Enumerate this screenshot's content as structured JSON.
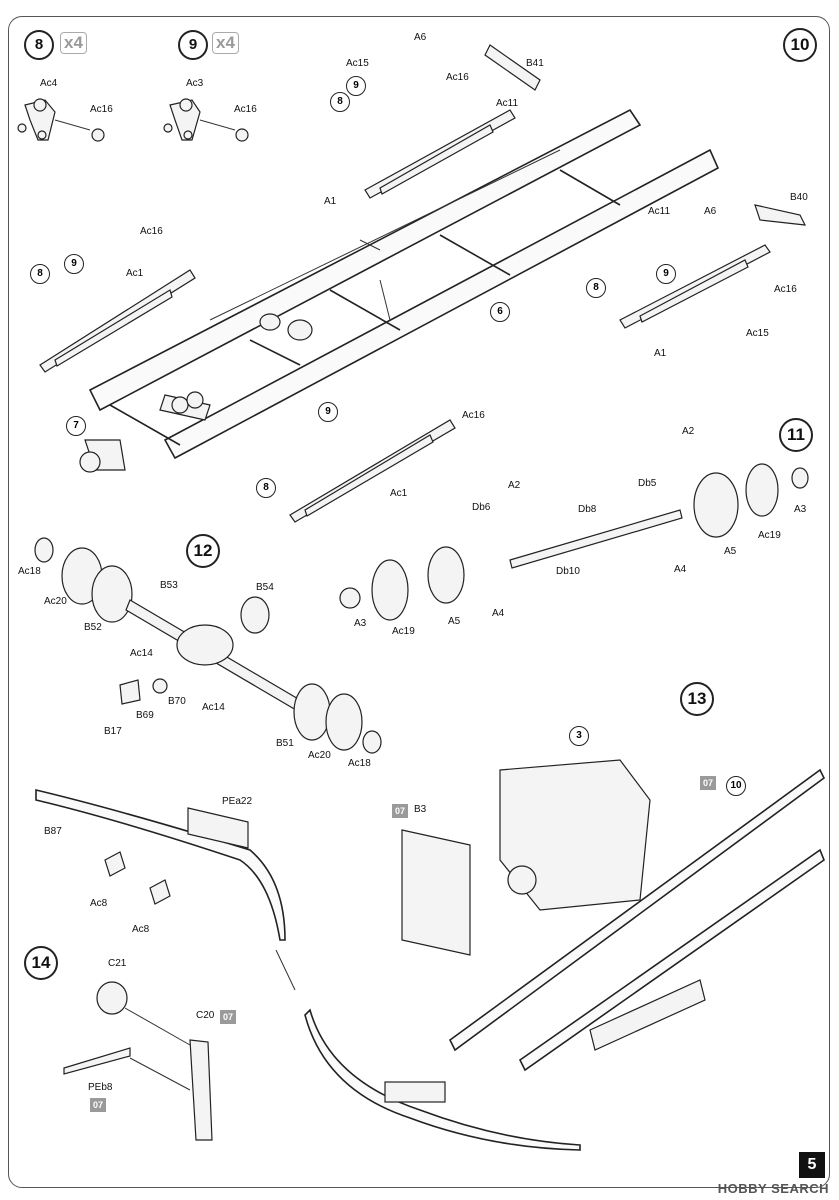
{
  "page": {
    "number": "5",
    "watermark": "HOBBY SEARCH"
  },
  "steps": {
    "s8": "8",
    "s8_mult": "x4",
    "s9": "9",
    "s9_mult": "x4",
    "s10": "10",
    "s11": "11",
    "s12": "12",
    "s13": "13",
    "s14": "14"
  },
  "callouts": {
    "n9a": "9",
    "n8a": "8",
    "n8b": "8",
    "n9b": "9",
    "n6": "6",
    "n8c": "8",
    "n9c": "9",
    "n7": "7",
    "n9d": "9",
    "n8d": "8",
    "n3": "3",
    "n10b": "10"
  },
  "labels": {
    "ac4": "Ac4",
    "ac16_s8": "Ac16",
    "ac3": "Ac3",
    "ac16_s9": "Ac16",
    "a6_top": "A6",
    "ac15_top": "Ac15",
    "ac16_top": "Ac16",
    "b41": "B41",
    "ac11_top": "Ac11",
    "a1_left": "A1",
    "b40": "B40",
    "ac11_right": "Ac11",
    "a6_right": "A6",
    "ac16_right": "Ac16",
    "ac15_right": "Ac15",
    "a1_right": "A1",
    "ac16_mid": "Ac16",
    "ac1_left": "Ac1",
    "ac16_low": "Ac16",
    "ac1_low": "Ac1",
    "a2_right": "A2",
    "db5": "Db5",
    "a3_right": "A3",
    "ac19_right": "Ac19",
    "a5_right": "A5",
    "a4_right": "A4",
    "db10": "Db10",
    "db8": "Db8",
    "a2_mid": "A2",
    "db6": "Db6",
    "a4_mid": "A4",
    "a5_mid": "A5",
    "ac19_mid": "Ac19",
    "a3_mid": "A3",
    "ac18_top": "Ac18",
    "ac20_top": "Ac20",
    "b52": "B52",
    "b53": "B53",
    "b54": "B54",
    "ac14_a": "Ac14",
    "ac14_b": "Ac14",
    "b70": "B70",
    "b69": "B69",
    "b17": "B17",
    "b51": "B51",
    "ac20_low": "Ac20",
    "ac18_low": "Ac18",
    "b87": "B87",
    "pea22": "PEa22",
    "ac8_a": "Ac8",
    "ac8_b": "Ac8",
    "b3": "B3",
    "c21": "C21",
    "c20": "C20",
    "peb8": "PEb8"
  },
  "paint": {
    "p1": "07",
    "p2": "07",
    "p3": "07",
    "p4": "07"
  }
}
